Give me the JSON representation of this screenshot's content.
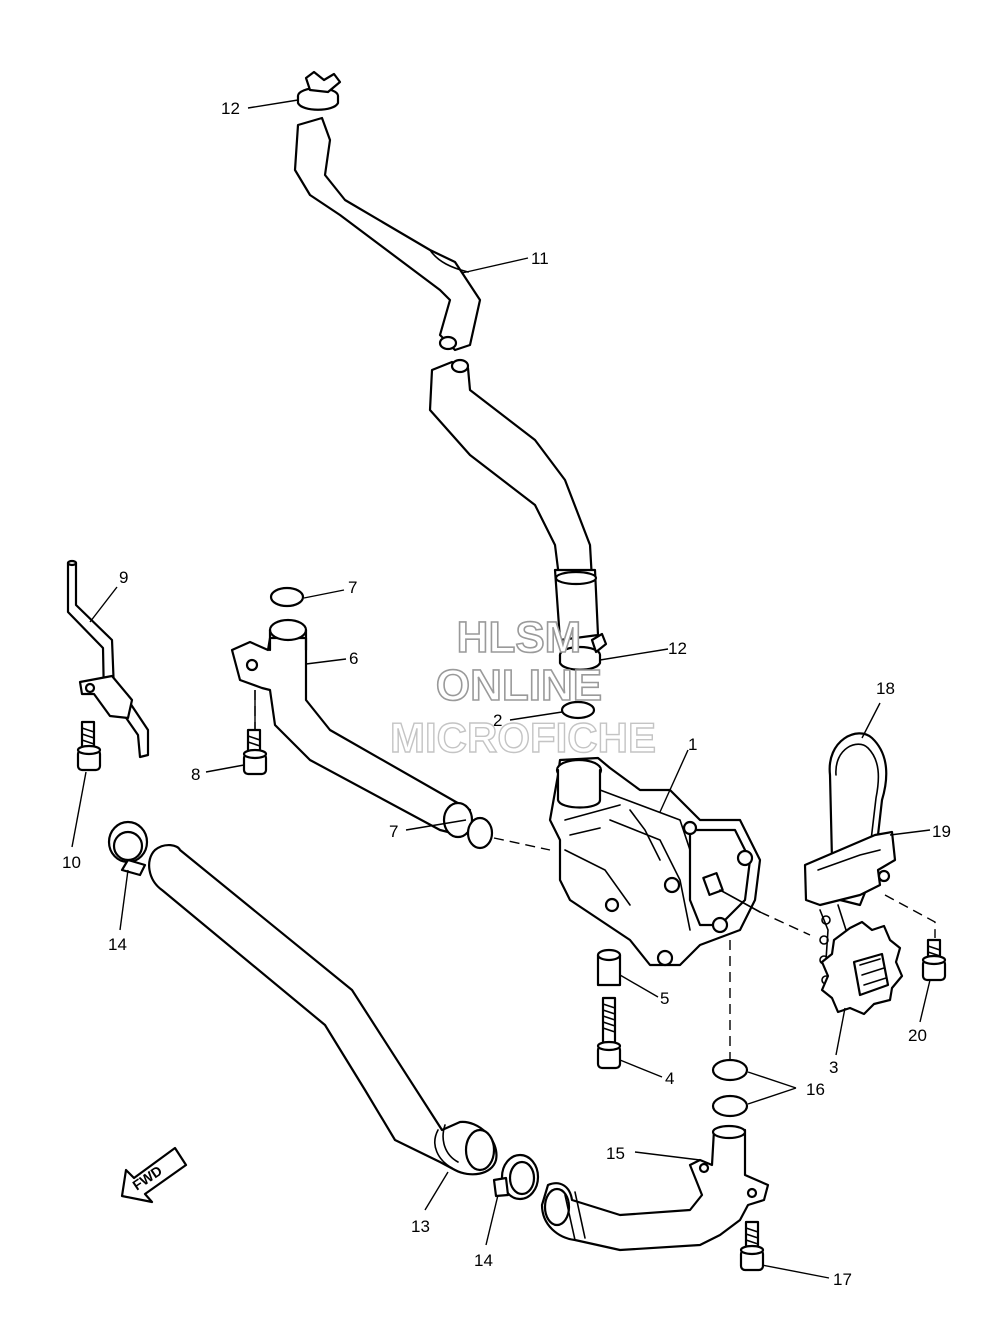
{
  "watermark": {
    "line1": "HLSM",
    "line2": "ONLINE",
    "line3": "MICROFICHE"
  },
  "fwd_label": "FWD",
  "callouts": {
    "c1": "1",
    "c2": "2",
    "c3": "3",
    "c4": "4",
    "c5": "5",
    "c6": "6",
    "c7a": "7",
    "c7b": "7",
    "c8": "8",
    "c9": "9",
    "c10": "10",
    "c11": "11",
    "c12a": "12",
    "c12b": "12",
    "c13": "13",
    "c14a": "14",
    "c14b": "14",
    "c15": "15",
    "c16": "16",
    "c17": "17",
    "c18": "18",
    "c19": "19",
    "c20": "20"
  }
}
